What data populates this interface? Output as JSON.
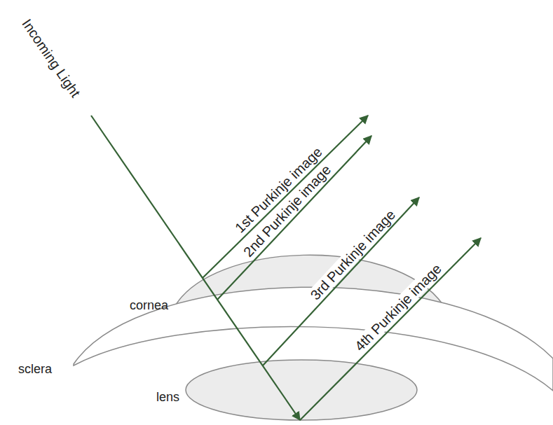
{
  "diagram": {
    "labels": [
      "Incoming Light",
      "1st Purkinje image",
      "2nd Purkinje image",
      "3rd Purkinje image",
      "4th Purkinje image",
      "cornea",
      "sclera",
      "lens"
    ]
  }
}
